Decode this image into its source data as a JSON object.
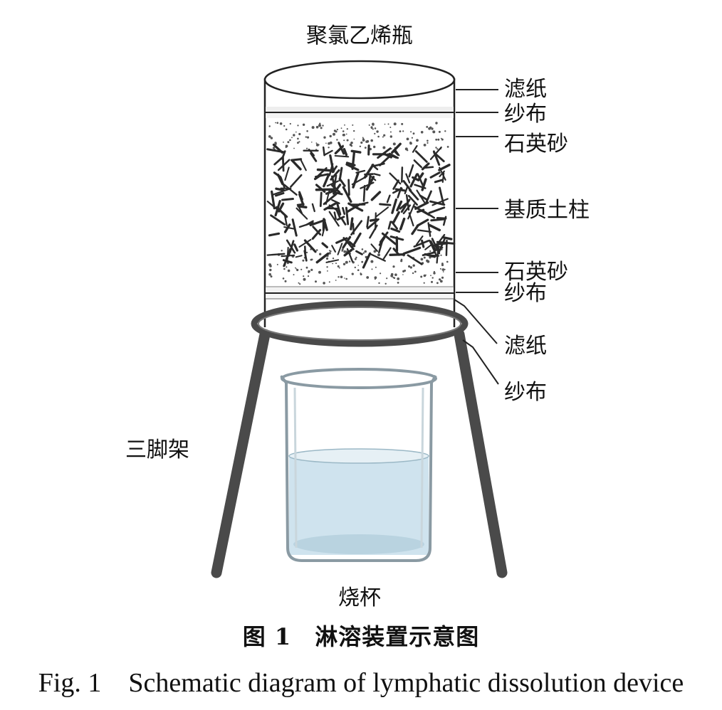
{
  "labels": {
    "bottle": "聚氯乙烯瓶",
    "filter_paper_top": "滤纸",
    "gauze_top": "纱布",
    "quartz_sand_top": "石英砂",
    "soil_column": "基质土柱",
    "quartz_sand_bottom": "石英砂",
    "gauze_mid": "纱布",
    "filter_paper_bottom": "滤纸",
    "gauze_bottom": "纱布",
    "tripod": "三脚架",
    "beaker": "烧杯"
  },
  "caption": {
    "zh": "图 1　淋溶装置示意图",
    "en": "Fig. 1　Schematic diagram of lymphatic dissolution device"
  },
  "colors": {
    "line": "#222222",
    "tripod": "#4a4a4a",
    "water": "#cfe3ee",
    "glass": "#dfeaf0"
  }
}
